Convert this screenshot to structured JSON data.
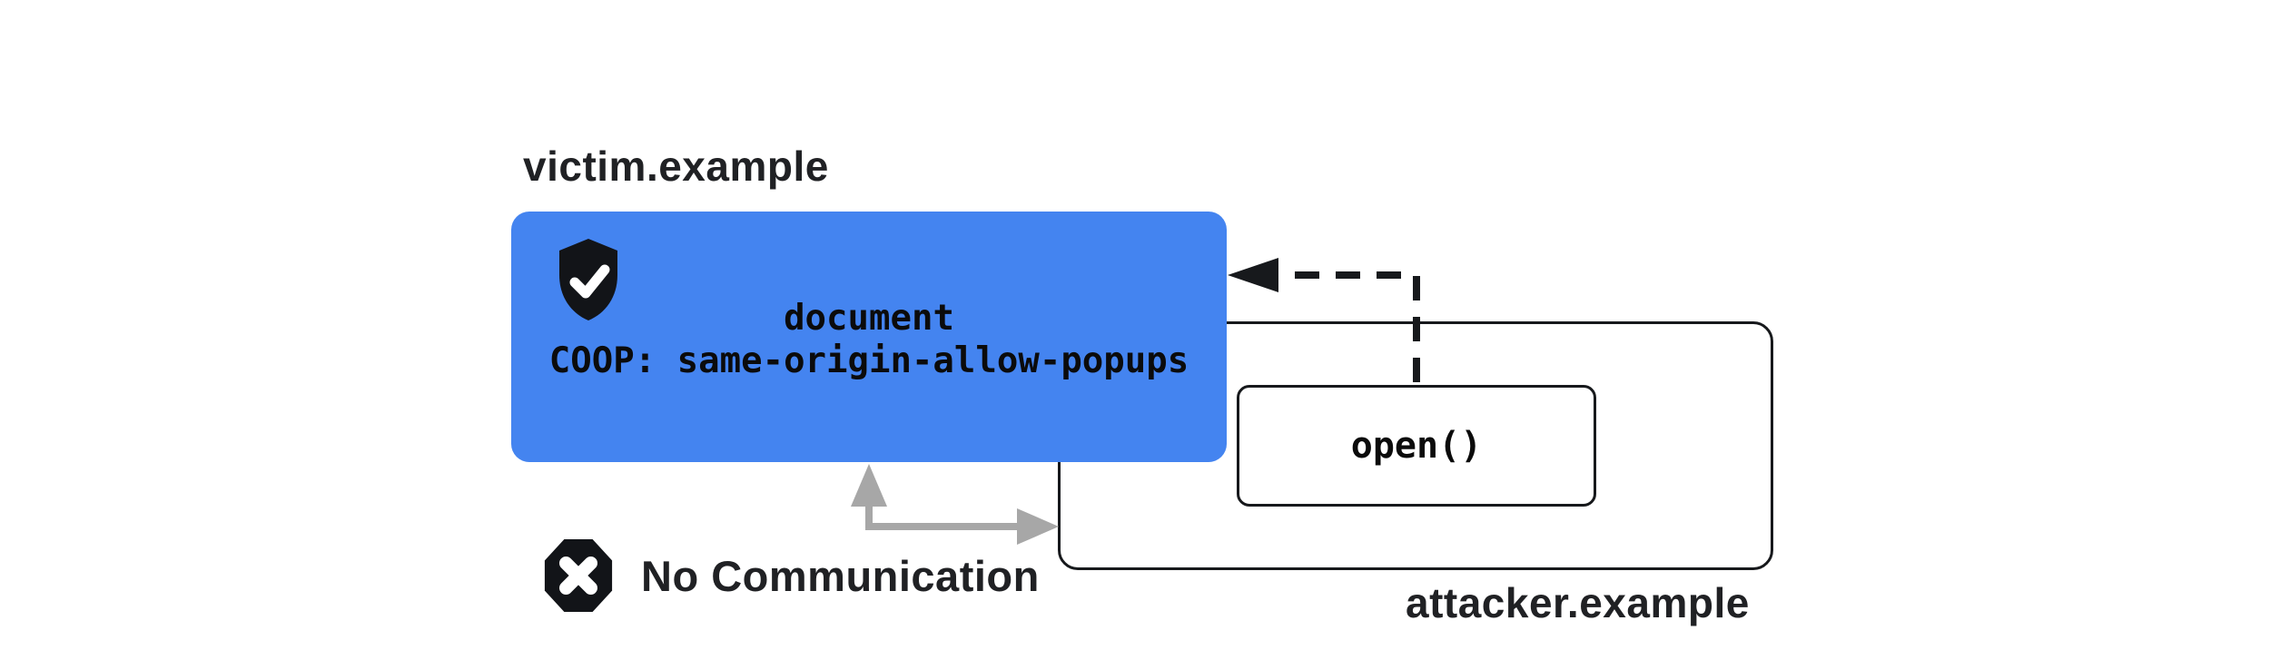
{
  "victim": {
    "domain_label": "victim.example",
    "box_line1": "document",
    "box_line2": "COOP: same-origin-allow-popups",
    "shield_icon": "shield-check-icon"
  },
  "attacker": {
    "domain_label": "attacker.example",
    "open_call_label": "open()"
  },
  "status": {
    "icon": "octagon-x-icon",
    "label": "No Communication"
  },
  "arrows": {
    "popup_open_arrow": "dashed black elbow arrow from open() call to victim document",
    "no_communication_arrow": "gray elbow arrow between victim document and attacker window"
  },
  "colors": {
    "victim_fill": "#4484F0",
    "outline": "#17191C",
    "gray_arrow": "#A7A7A7",
    "label_text": "#202124",
    "code_text": "#0B0B0B",
    "icon_fill": "#121418",
    "background": "#FFFFFF"
  }
}
